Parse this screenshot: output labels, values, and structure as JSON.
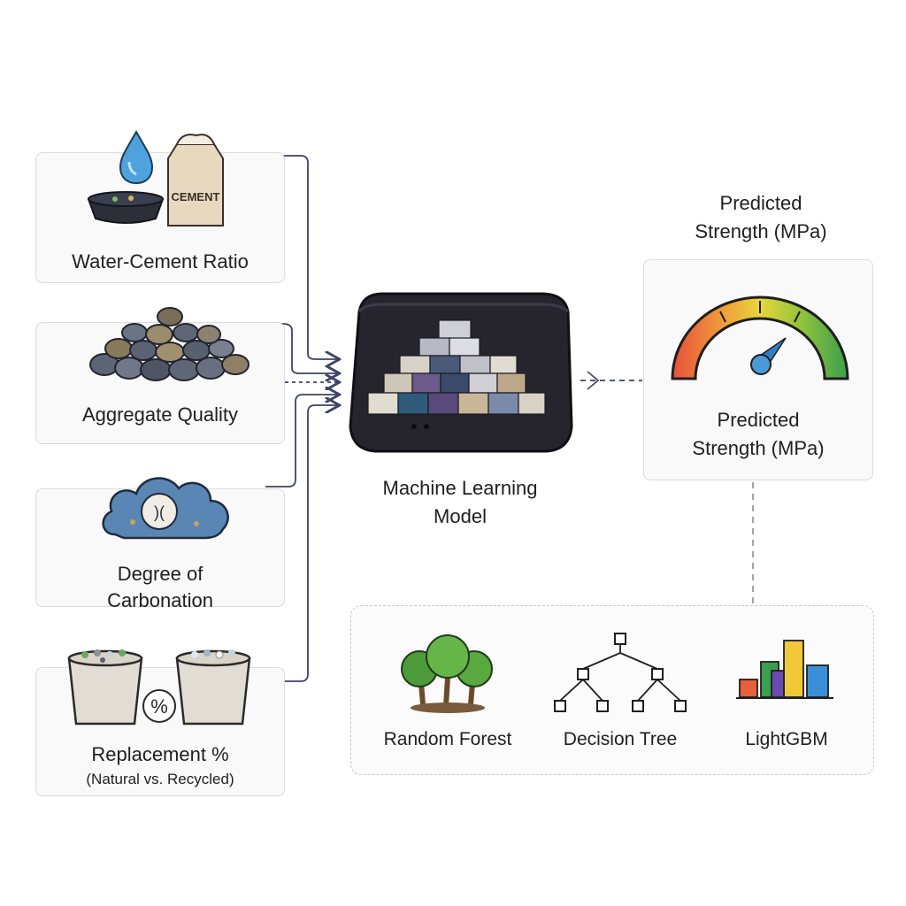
{
  "inputs": [
    {
      "label": "Water-Cement Ratio",
      "icon": "water-cement-icon",
      "bag_text": "CEMENT"
    },
    {
      "label": "Aggregate Quality",
      "icon": "aggregate-pile-icon"
    },
    {
      "label_line1": "Degree of",
      "label_line2": "Carbonation",
      "icon": "carbonation-cloud-icon"
    },
    {
      "label": "Replacement %",
      "sublabel": "(Natural vs. Recycled)",
      "icon": "replacement-buckets-icon",
      "percent_symbol": "%"
    }
  ],
  "model": {
    "label_line1": "Machine Learning",
    "label_line2": "Model",
    "icon": "ml-model-box-icon"
  },
  "output": {
    "title_line1": "Predicted",
    "title_line2": "Strength (MPa)",
    "label_line1": "Predicted",
    "label_line2": "Strength (MPa)",
    "icon": "strength-gauge-icon"
  },
  "algorithms": [
    {
      "label": "Random Forest",
      "icon": "random-forest-icon"
    },
    {
      "label": "Decision Tree",
      "icon": "decision-tree-icon"
    },
    {
      "label": "LightGBM",
      "icon": "lightgbm-bars-icon"
    }
  ],
  "colors": {
    "connector": "#3d4466",
    "card_border": "#dcdcdc",
    "model_box": "#26252e"
  }
}
